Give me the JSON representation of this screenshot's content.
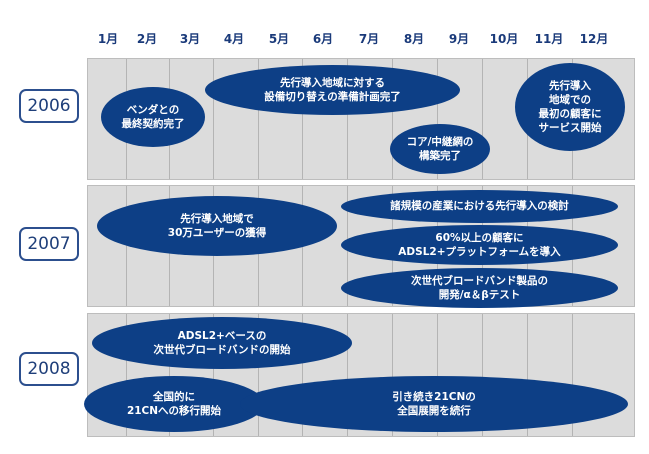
{
  "months": [
    "1月",
    "2月",
    "3月",
    "4月",
    "5月",
    "6月",
    "7月",
    "8月",
    "9月",
    "10月",
    "11月",
    "12月"
  ],
  "years": [
    {
      "label": "2006"
    },
    {
      "label": "2007"
    },
    {
      "label": "2008"
    }
  ],
  "events": {
    "y2006_vendor": "ベンダとの\n最終契約完了",
    "y2006_plan": "先行導入地域に対する\n設備切り替えの準備計画完了",
    "y2006_core": "コア/中継網の\n構築完了",
    "y2006_first": "先行導入\n地域での\n最初の顧客に\nサービス開始",
    "y2007_users": "先行導入地域で\n30万ユーザーの獲得",
    "y2007_study": "諸規模の産業における先行導入の検討",
    "y2007_adsl": "60%以上の顧客に\nADSL2+プラットフォームを導入",
    "y2007_next": "次世代ブロードバンド製品の\n開発/α＆βテスト",
    "y2008_start": "ADSL2+ベースの\n次世代ブロードバンドの開始",
    "y2008_migrate": "全国的に\n21CNへの移行開始",
    "y2008_continue": "引き続き21CNの\n全国展開を続行"
  }
}
